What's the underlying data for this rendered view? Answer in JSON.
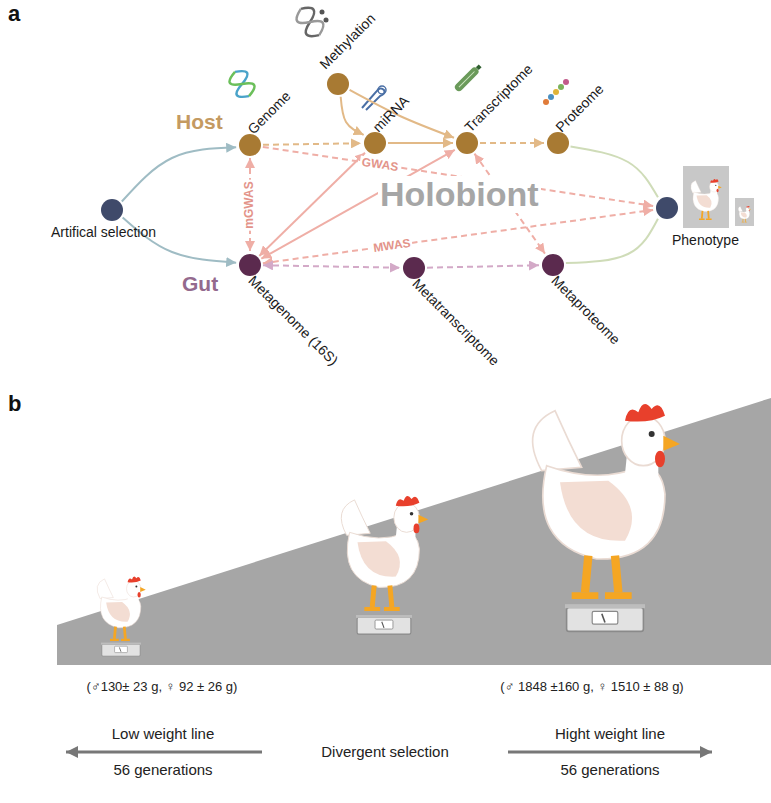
{
  "diagram": {
    "nodes": [
      {
        "text": [
          "Artifical selection"
        ]
      },
      {
        "text": [
          "Genome"
        ]
      },
      {
        "text": [
          "Methylation"
        ]
      },
      {
        "text": [
          "miRNA"
        ]
      },
      {
        "text": [
          "Transcriptome"
        ]
      },
      {
        "text": [
          "Proteome"
        ]
      },
      {
        "text": [
          "Phenotype"
        ]
      },
      {
        "text": [
          "Metagenome (16S)"
        ]
      },
      {
        "text": [
          "Metatranscriptome"
        ]
      },
      {
        "text": [
          "Metaproteome"
        ]
      }
    ],
    "edges": [
      {
        "from": 0,
        "to": 1,
        "arrow": "to"
      },
      {
        "from": 0,
        "to": 7,
        "arrow": "to"
      },
      {
        "from": 1,
        "to": 3,
        "arrow": "to"
      },
      {
        "from": 1,
        "to": 7,
        "label": "mGWAS",
        "arrow": "both"
      },
      {
        "from": 2,
        "to": 3,
        "arrow": "to"
      },
      {
        "from": 2,
        "to": 4,
        "arrow": "to"
      },
      {
        "from": 3,
        "to": 4,
        "arrow": "to"
      },
      {
        "from": 4,
        "to": 5,
        "arrow": "to"
      },
      {
        "from": 5,
        "to": 6,
        "arrow": "none"
      },
      {
        "from": 9,
        "to": 6,
        "arrow": "none"
      },
      {
        "from": 1,
        "to": 6,
        "label": "GWAS",
        "arrow": "to"
      },
      {
        "from": 7,
        "to": 6,
        "label": "MWAS",
        "arrow": "both"
      },
      {
        "from": 7,
        "to": 3,
        "arrow": "both"
      },
      {
        "from": 7,
        "to": 4,
        "arrow": "both"
      },
      {
        "from": 7,
        "to": 8,
        "arrow": "both"
      },
      {
        "from": 8,
        "to": 9,
        "arrow": "to"
      },
      {
        "from": 4,
        "to": 9,
        "arrow": "both"
      }
    ],
    "labels": [
      "a",
      "b",
      "Host",
      "Gut",
      "Holobiont",
      "(♂130± 23 g, ♀ 92 ± 26 g)",
      "(♂ 1848 ±160 g, ♀ 1510 ± 88 g)",
      "Low weight line",
      "Divergent selection",
      "Hight weight line",
      "56 generations",
      "56 generations"
    ]
  }
}
